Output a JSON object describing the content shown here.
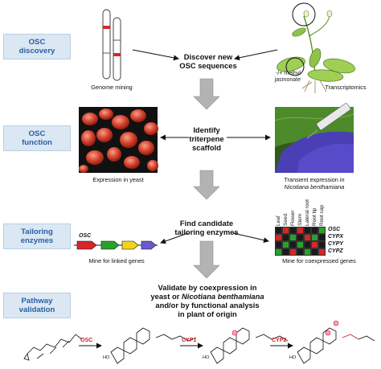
{
  "side_labels": [
    {
      "line1": "OSC",
      "line2": "discovery"
    },
    {
      "line1": "OSC",
      "line2": "function"
    },
    {
      "line1": "Tailoring",
      "line2": "enzymes"
    },
    {
      "line1": "Pathway",
      "line2": "validation"
    }
  ],
  "steps": [
    {
      "lines": [
        "Discover new",
        "OSC sequences"
      ]
    },
    {
      "lines": [
        "Identify",
        "triterpene",
        "scaffold"
      ]
    },
    {
      "lines": [
        "Find candidate",
        "tailoring enzymes"
      ]
    },
    {
      "line1": "Validate by coexpression in",
      "line2_pre": "yeast or ",
      "line2_em": "Nicotiana benthamiana",
      "line3": "and/or by functional analysis",
      "line4": "in plant of origin"
    }
  ],
  "captions": {
    "genome_mining": "Genome mining",
    "transcriptomics": "Transcriptomics",
    "methyl_jasmonate_1": "-/+ methyl",
    "methyl_jasmonate_2": "jasmonate",
    "expression_yeast": "Expression in yeast",
    "transient_1": "Transient expression in",
    "transient_2": "Nicotiana benthamiana",
    "linked_genes": "Mine for linked genes",
    "coexpressed_genes": "Mine for coexpressed genes",
    "osc_gene": "OSC"
  },
  "heatmap": {
    "columns": [
      "Leaf",
      "Seed",
      "Flower",
      "Stem",
      "Lateral root",
      "Root tip",
      "Root cap"
    ],
    "rows": [
      {
        "gene": "OSC",
        "cells": [
          "#1a1a1a",
          "#d62728",
          "#1a1a1a",
          "#d62728",
          "#1a1a1a",
          "#1a1a1a",
          "#2ca02c"
        ]
      },
      {
        "gene": "CYPX",
        "cells": [
          "#d62728",
          "#1a1a1a",
          "#2ca02c",
          "#1a1a1a",
          "#d62728",
          "#2ca02c",
          "#1a1a1a"
        ]
      },
      {
        "gene": "CYPY",
        "cells": [
          "#1a1a1a",
          "#2ca02c",
          "#1a1a1a",
          "#2ca02c",
          "#1a1a1a",
          "#d62728",
          "#1a1a1a"
        ]
      },
      {
        "gene": "CYPZ",
        "cells": [
          "#2ca02c",
          "#1a1a1a",
          "#d62728",
          "#1a1a1a",
          "#2ca02c",
          "#1a1a1a",
          "#d62728"
        ]
      }
    ]
  },
  "pathway_enzymes": [
    "OSC",
    "CYP1",
    "CYP2"
  ],
  "colors": {
    "sidebox_bg": "#dbe7f2",
    "sidebox_text": "#2a5ea8",
    "arrow_gray": "#b3b3b3",
    "enzyme_red": "#d11f1f",
    "heat_red": "#d62728",
    "heat_green": "#2ca02c",
    "heat_black": "#1a1a1a",
    "yeast": "#c0392b",
    "glove": "#4a3fb4"
  },
  "icons": {
    "chromosome": "chromosome-icon",
    "plant": "plant-icon",
    "yeast": "yeast-cells-image",
    "leaf_injection": "leaf-injection-image",
    "gene_cluster": "gene-cluster-icon",
    "molecule": "triterpene-molecule-icon"
  }
}
